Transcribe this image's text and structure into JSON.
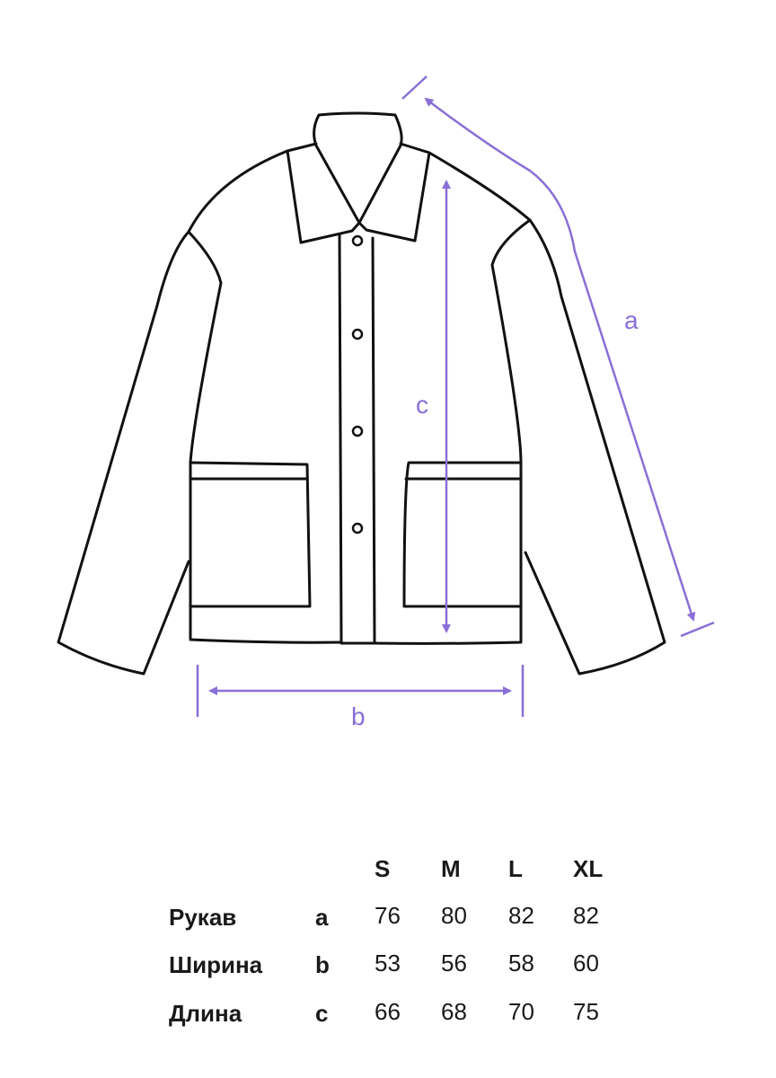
{
  "colors": {
    "accent": "#8a6fd6",
    "outline": "#111111"
  },
  "diagram": {
    "labels": {
      "a": "a",
      "b": "b",
      "c": "c"
    }
  },
  "table": {
    "sizes": [
      "S",
      "M",
      "L",
      "XL"
    ],
    "rows": [
      {
        "name": "Рукав",
        "key": "a",
        "values": [
          "76",
          "80",
          "82",
          "82"
        ]
      },
      {
        "name": "Ширина",
        "key": "b",
        "values": [
          "53",
          "56",
          "58",
          "60"
        ]
      },
      {
        "name": "Длина",
        "key": "c",
        "values": [
          "66",
          "68",
          "70",
          "75"
        ]
      }
    ]
  }
}
